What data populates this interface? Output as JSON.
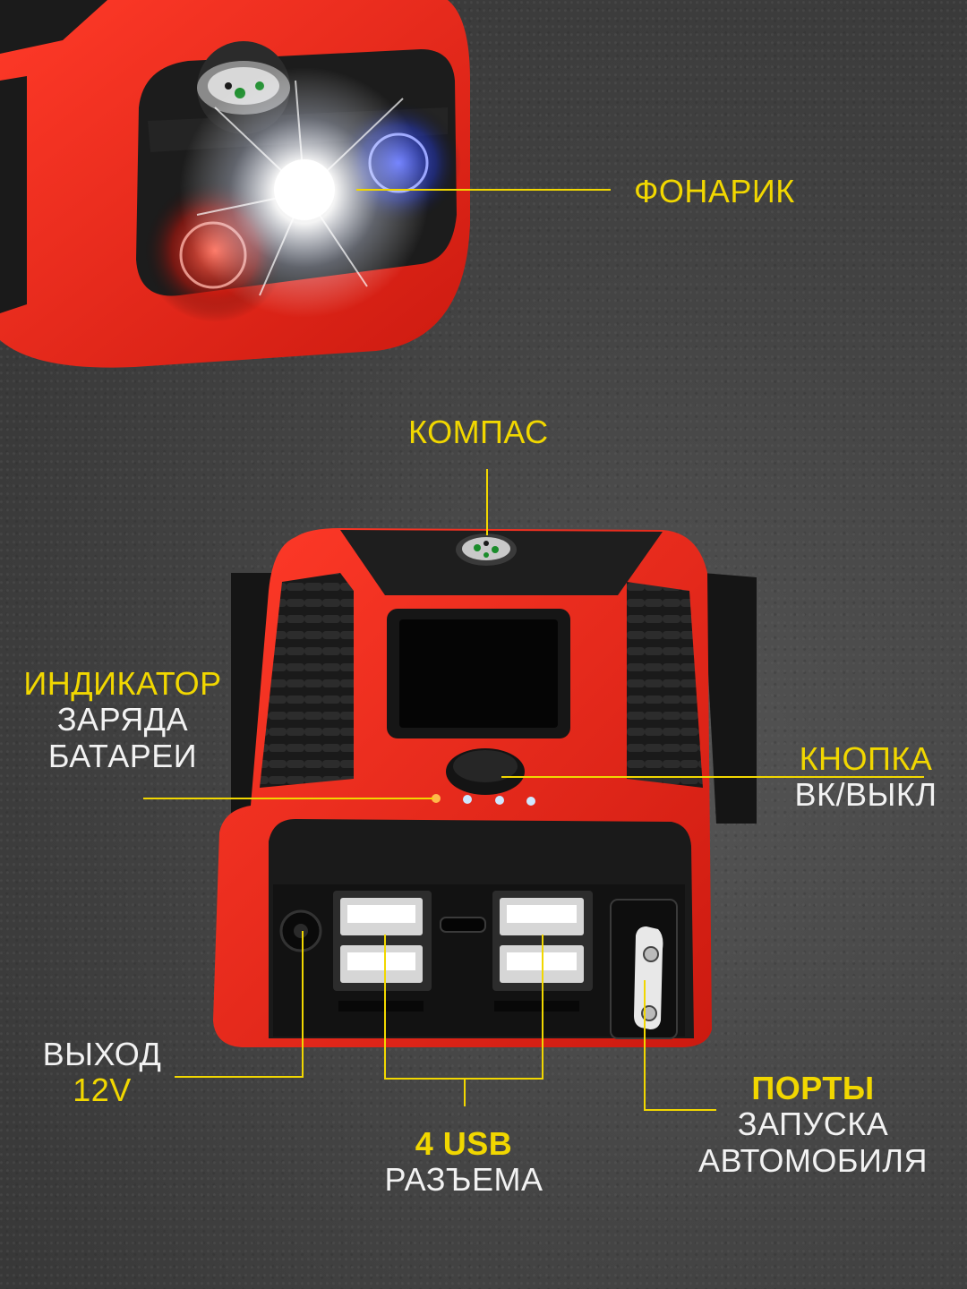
{
  "colors": {
    "accent": "#f1d700",
    "text": "#f2f2f2",
    "device_body": "#e8281c",
    "background": "#424242"
  },
  "labels": {
    "flashlight": "ФОНАРИК",
    "compass": "КОМПАС",
    "battery_indicator": {
      "line1": "ИНДИКАТОР",
      "line2": "ЗАРЯДА",
      "line3": "БАТАРЕИ"
    },
    "power_button": {
      "line1": "КНОПКА",
      "line2": "ВК/ВЫКЛ"
    },
    "output_12v": {
      "line1": "ВЫХОД",
      "line2": "12V"
    },
    "usb_ports": {
      "line1": "4 USB",
      "line2": "РАЗЪЕМА"
    },
    "jump_ports": {
      "line1": "ПОРТЫ",
      "line2": "ЗАПУСКА",
      "line3": "АВТОМОБИЛЯ"
    }
  },
  "icons": [
    "compass-icon",
    "flashlight-icon",
    "usb-port-icon",
    "car-icon",
    "power-button-icon"
  ]
}
